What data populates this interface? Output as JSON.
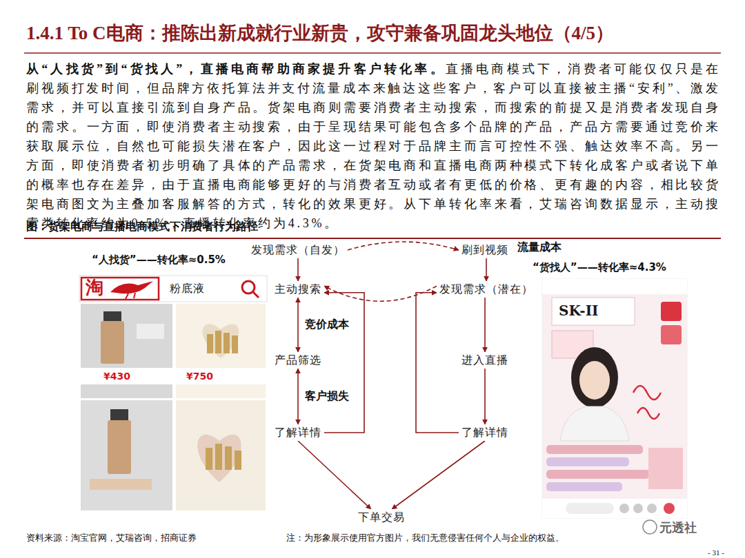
{
  "diagram": {
    "title": "1.4.1 To C电商：推陈出新成就行业新贵，攻守兼备巩固龙头地位（4/5）",
    "caption": "图：货架电商与直播电商模式下消费者行为路径",
    "nodes": [
      {
        "text": [
          "发现需求（自发）"
        ]
      },
      {
        "text": [
          "刷到视频"
        ]
      },
      {
        "text": [
          "主动搜索"
        ]
      },
      {
        "text": [
          "发现需求（潜在）"
        ]
      },
      {
        "text": [
          "产品筛选"
        ]
      },
      {
        "text": [
          "进入直播"
        ]
      },
      {
        "text": [
          "了解详情"
        ]
      },
      {
        "text": [
          "了解详情"
        ]
      },
      {
        "text": [
          "下单交易"
        ]
      }
    ],
    "edges": [
      {
        "from": 0,
        "to": 2,
        "arrow": "to"
      },
      {
        "from": 0,
        "to": 1,
        "arrow": "to"
      },
      {
        "from": 1,
        "to": 3,
        "arrow": "to"
      },
      {
        "from": 3,
        "to": 2,
        "arrow": "to"
      },
      {
        "from": 2,
        "to": 4,
        "label": "竞价成本",
        "arrow": "both"
      },
      {
        "from": 4,
        "to": 6,
        "label": "客户损失",
        "arrow": "both"
      },
      {
        "from": 6,
        "to": 2,
        "arrow": "to"
      },
      {
        "from": 3,
        "to": 5,
        "arrow": "to"
      },
      {
        "from": 5,
        "to": 7,
        "arrow": "to"
      },
      {
        "from": 7,
        "to": 3,
        "arrow": "to"
      },
      {
        "from": 6,
        "to": 8,
        "arrow": "to"
      },
      {
        "from": 7,
        "to": 8,
        "arrow": "to"
      }
    ],
    "labels": [
      "从“人找货”到“货找人”，直播电商帮助商家提升客户转化率。",
      "直播电商模式下，消费者可能仅仅只是在刷视频打发时间，但品牌方依托算法并支付流量成本来触达这些客户，客户可以直接被主播“安利”、激发需求，并可以直接引流到自身产品。货架电商则需要消费者主动搜索，而搜索的前提又是消费者发现自身的需求。一方面，即使消费者主动搜索，由于呈现结果可能包含多个品牌的产品，产品方需要通过竞价来获取展示位，自然也可能损失潜在客户，因此这一过程对于品牌主而言可控性不强、触达效率不高。另一方面，即使消费者初步明确了具体的产品需求，在货架电商和直播电商两种模式下转化成客户或者说下单的概率也存在差异，由于直播电商能够更好的与消费者互动或者有更低的价格、更有趣的内容，相比较货架电商图文为主叠加客服解答的方式，转化的效果更好。从下单转化率来看，艾瑞咨询数据显示，主动搜索类转化率约为0.5%，直播转化率约为4.3%。",
      "“人找货”——转化率≈0.5%",
      "流量成本",
      "“货找人”——转化率≈4.3%",
      "淘",
      "粉底液",
      "¥430",
      "¥750",
      "SK-II",
      "资料来源：淘宝官网，艾瑞咨询，招商证券",
      "注：为形象展示使用官方图片，我们无意侵害任何个人与企业的权益。",
      "元透社",
      "- 31 -"
    ]
  }
}
